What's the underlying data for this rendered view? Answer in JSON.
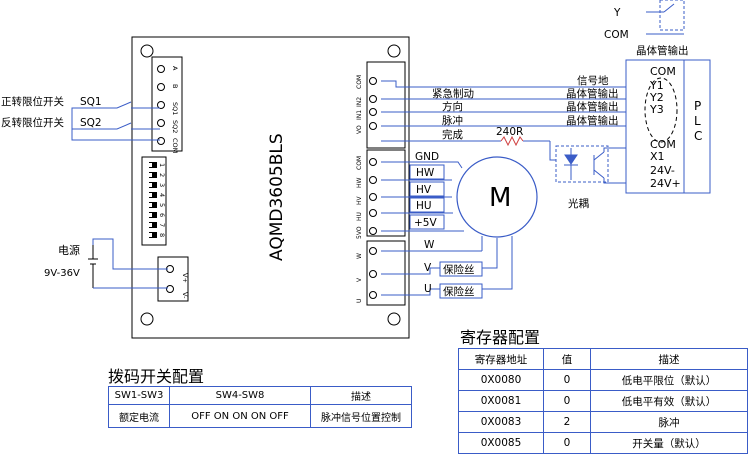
{
  "driver": {
    "model": "AQMD3605BLS",
    "left_terminals": [
      "A",
      "B",
      "SQ1",
      "SQ2",
      "COM"
    ],
    "signal_terminals": [
      "COM",
      "IN2",
      "IN1",
      "VO"
    ],
    "motor_terminals": [
      "COM",
      "HW",
      "HV",
      "HU",
      "5VO",
      "W",
      "V",
      "U"
    ],
    "power_terminals": [
      "V+",
      "V-"
    ],
    "dip_numbers": [
      "1",
      "2",
      "3",
      "4",
      "5",
      "6",
      "7",
      "8"
    ]
  },
  "left": {
    "sq1_label": "正转限位开关",
    "sq1_tag": "SQ1",
    "sq2_label": "反转限位开关",
    "sq2_tag": "SQ2",
    "power_label": "电源",
    "power_range": "9V-36V"
  },
  "signals": {
    "emergency_brake": "紧急制动",
    "direction": "方向",
    "pulse": "脉冲",
    "done": "完成",
    "resistor": "240R",
    "gnd": "GND",
    "hw": "HW",
    "hv": "HV",
    "hu": "HU",
    "plus5v": "+5V",
    "w": "W",
    "v": "V",
    "u": "U",
    "fuse1": "保险丝",
    "fuse2": "保险丝",
    "motor": "M",
    "optocoupler": "光耦"
  },
  "plc": {
    "title": "P L C",
    "output_label": "晶体管输出",
    "signal_ground": "信号地",
    "transistor_out_1": "晶体管输出",
    "transistor_out_2": "晶体管输出",
    "transistor_out_3": "晶体管输出",
    "pins_left": [
      "COM",
      "Y1",
      "Y2",
      "Y3",
      "COM",
      "X1",
      "24V-",
      "24V+"
    ],
    "top_y": "Y",
    "top_com": "COM"
  },
  "dip_config": {
    "title": "拨码开关配置",
    "headers": [
      "SW1-SW3",
      "SW4-SW8",
      "描述"
    ],
    "row": [
      "额定电流",
      "OFF ON ON ON OFF",
      "脉冲信号位置控制"
    ]
  },
  "register_config": {
    "title": "寄存器配置",
    "headers": [
      "寄存器地址",
      "值",
      "描述"
    ],
    "rows": [
      [
        "0X0080",
        "0",
        "低电平限位（默认）"
      ],
      [
        "0X0081",
        "0",
        "低电平有效（默认）"
      ],
      [
        "0X0083",
        "2",
        "脉冲"
      ],
      [
        "0X0085",
        "0",
        "开关量（默认）"
      ]
    ]
  },
  "colors": {
    "wire": "#3a5cc7",
    "line": "#000000",
    "table_border": "#3a5cc7",
    "dashed_oval": "#000000",
    "resistor": "#d04040"
  }
}
